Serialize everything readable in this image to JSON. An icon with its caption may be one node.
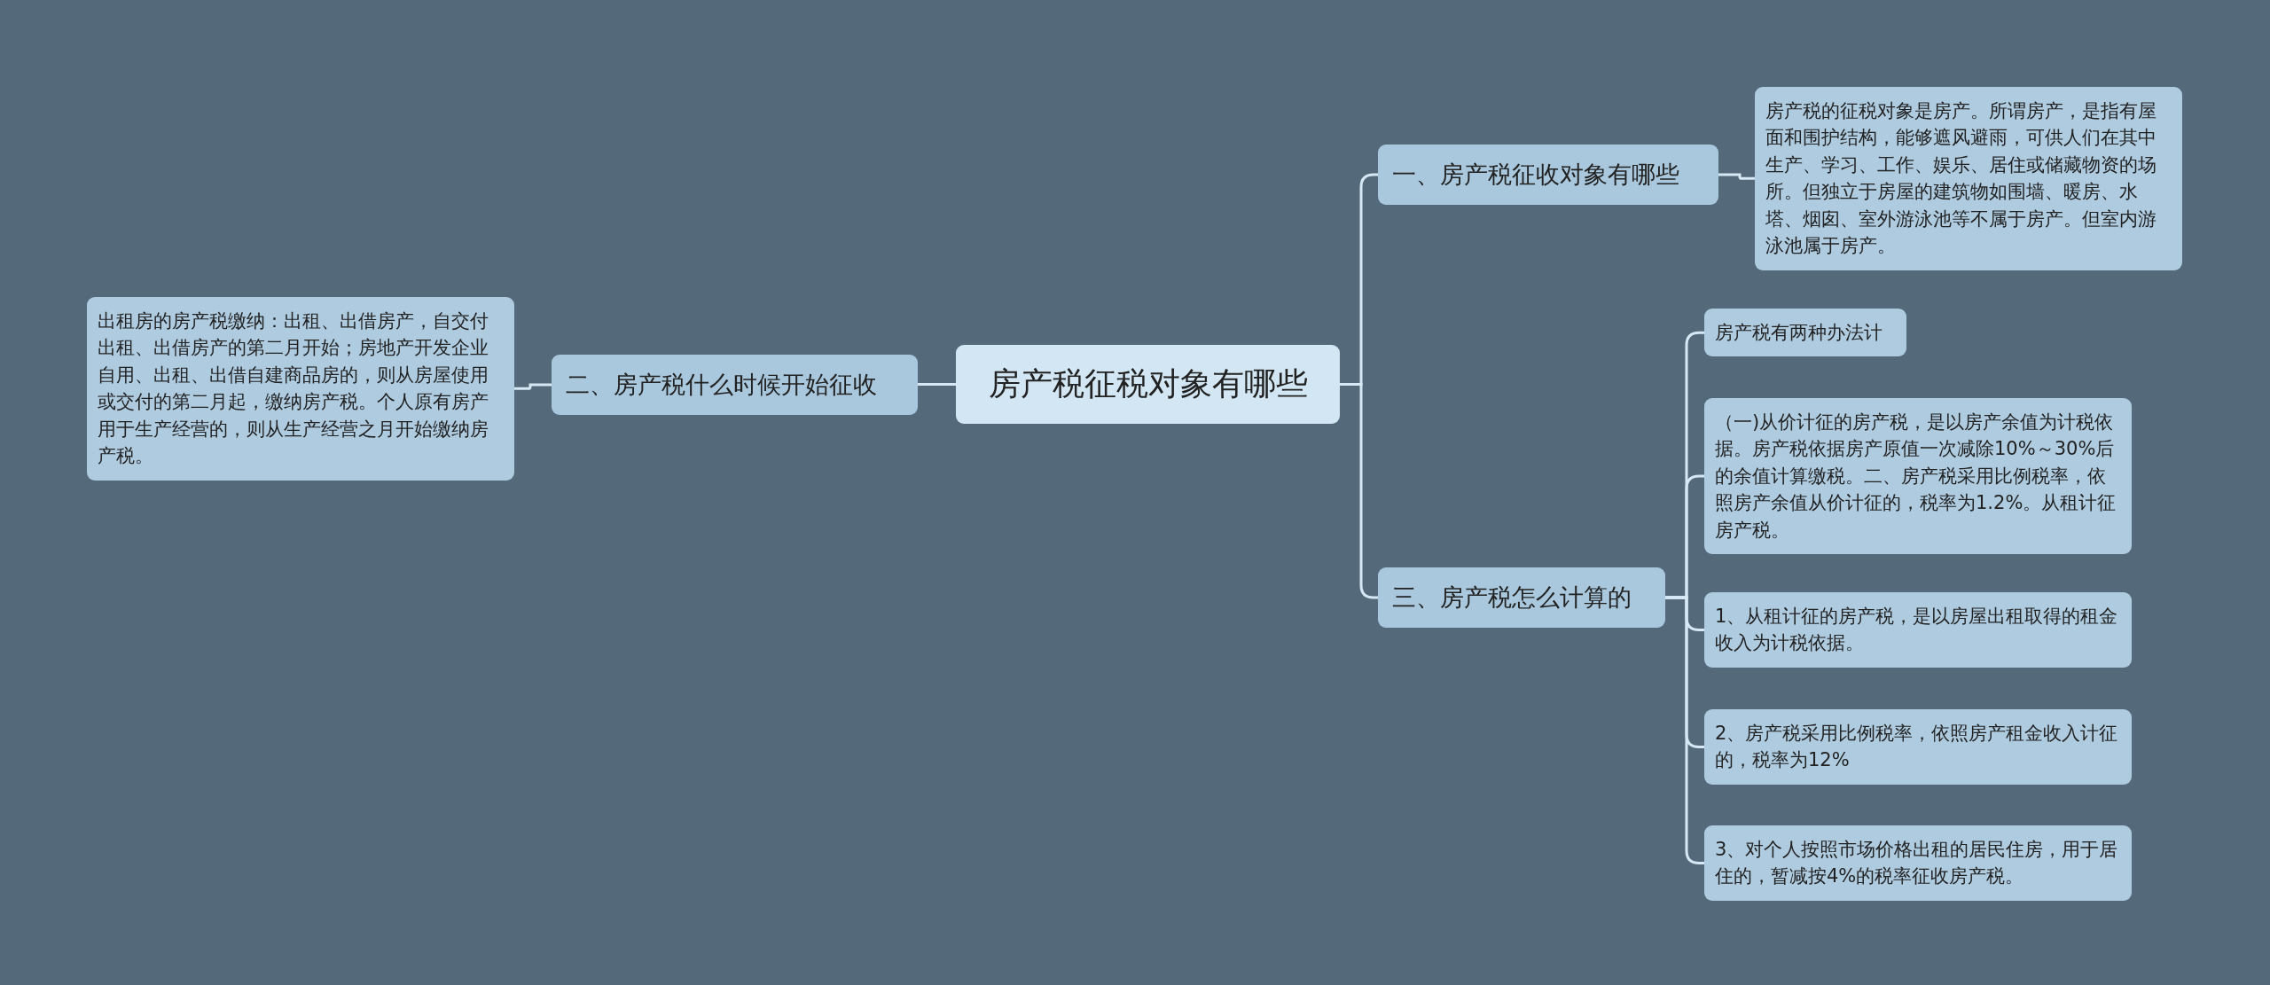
{
  "diagram": {
    "nodes": [
      {
        "text": [
          "房产税征税对象有哪些"
        ]
      },
      {
        "text": [
          "一、房产税征收对象有哪些"
        ]
      },
      {
        "text": [
          "房产税的征税对象是房产。所谓房产，是指有屋面和围护结构，能够遮风避雨，可供人们在其中生产、学习、工作、娱乐、居住或储藏物资的场所。但独立于房屋的建筑物如围墙、暖房、水塔、烟囱、室外游泳池等不属于房产。但室内游泳池属于房产。"
        ]
      },
      {
        "text": [
          "二、房产税什么时候开始征收"
        ]
      },
      {
        "text": [
          "出租房的房产税缴纳：出租、出借房产，自交付出租、出借房产的第二月开始；房地产开发企业自用、出租、出借自建商品房的，则从房屋使用或交付的第二月起，缴纳房产税。个人原有房产用于生产经营的，则从生产经营之月开始缴纳房产税。"
        ]
      },
      {
        "text": [
          "三、房产税怎么计算的"
        ]
      },
      {
        "text": [
          "房产税有两种办法计"
        ]
      },
      {
        "text": [
          "（一)从价计征的房产税，是以房产余值为计税依据。房产税依据房产原值一次减除10%～30%后的余值计算缴税。二、房产税采用比例税率，依照房产余值从价计征的，税率为1.2%。从租计征房产税。"
        ]
      },
      {
        "text": [
          "1、从租计征的房产税，是以房屋出租取得的租金收入为计税依据。"
        ]
      },
      {
        "text": [
          "2、房产税采用比例税率，依照房产租金收入计征的，税率为12%"
        ]
      },
      {
        "text": [
          "3、对个人按照市场价格出租的居民住房，用于居住的，暂减按4%的税率征收房产税。"
        ]
      }
    ],
    "edges": [
      {
        "from": 0,
        "to": 1,
        "arrow": "none"
      },
      {
        "from": 1,
        "to": 2,
        "arrow": "none"
      },
      {
        "from": 0,
        "to": 3,
        "arrow": "none"
      },
      {
        "from": 3,
        "to": 4,
        "arrow": "none"
      },
      {
        "from": 0,
        "to": 5,
        "arrow": "none"
      },
      {
        "from": 5,
        "to": 6,
        "arrow": "none"
      },
      {
        "from": 5,
        "to": 7,
        "arrow": "none"
      },
      {
        "from": 5,
        "to": 8,
        "arrow": "none"
      },
      {
        "from": 5,
        "to": 9,
        "arrow": "none"
      },
      {
        "from": 5,
        "to": 10,
        "arrow": "none"
      }
    ]
  }
}
